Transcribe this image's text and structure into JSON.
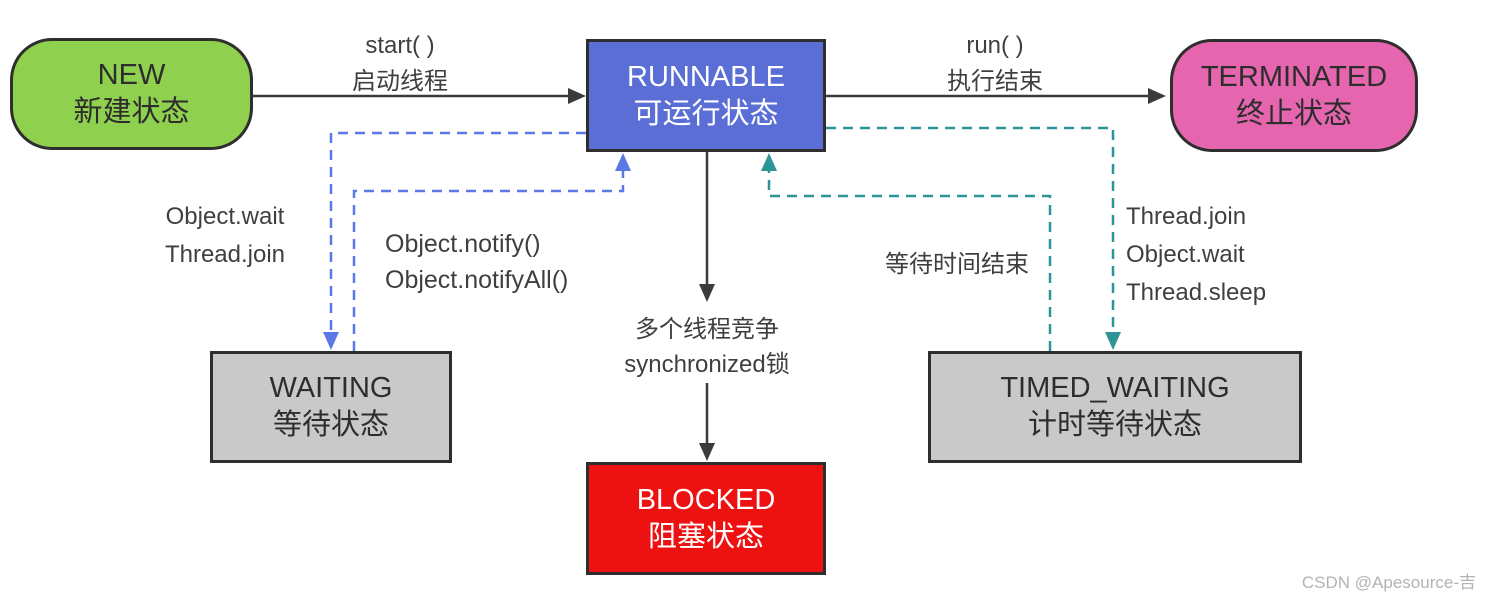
{
  "colors": {
    "node_green": "#8fd14f",
    "node_blue": "#5a6ed5",
    "node_pink": "#e565ae",
    "node_gray": "#c9c9c9",
    "node_red": "#ee1111",
    "border_dark": "#2e2e2e",
    "arrow_dark": "#3b3b3b",
    "dash_blue": "#5b79e6",
    "dash_teal": "#2d9598",
    "label_text": "#3f3f3f",
    "watermark_gray": "#b3b3b3"
  },
  "nodes": {
    "new": {
      "en": "NEW",
      "zh": "新建状态"
    },
    "runnable": {
      "en": "RUNNABLE",
      "zh": "可运行状态"
    },
    "terminated": {
      "en": "TERMINATED",
      "zh": "终止状态"
    },
    "waiting": {
      "en": "WAITING",
      "zh": "等待状态"
    },
    "timed_waiting": {
      "en": "TIMED_WAITING",
      "zh": "计时等待状态"
    },
    "blocked": {
      "en": "BLOCKED",
      "zh": "阻塞状态"
    }
  },
  "edge_labels": {
    "start": {
      "line1": "start( )",
      "line2": "启动线程"
    },
    "run": {
      "line1": "run( )",
      "line2": "执行结束"
    },
    "to_waiting": {
      "line1": "Object.wait",
      "line2": "Thread.join"
    },
    "from_waiting": {
      "line1": "Object.notify()",
      "line2": "Object.notifyAll()"
    },
    "to_blocked": {
      "line1": "多个线程竞争",
      "line2": "synchronized锁"
    },
    "from_timed_waiting": {
      "line1": "等待时间结束"
    },
    "to_timed_waiting": {
      "line1": "Thread.join",
      "line2": "Object.wait",
      "line3": "Thread.sleep"
    }
  },
  "watermark": "CSDN @Apesource-吉"
}
